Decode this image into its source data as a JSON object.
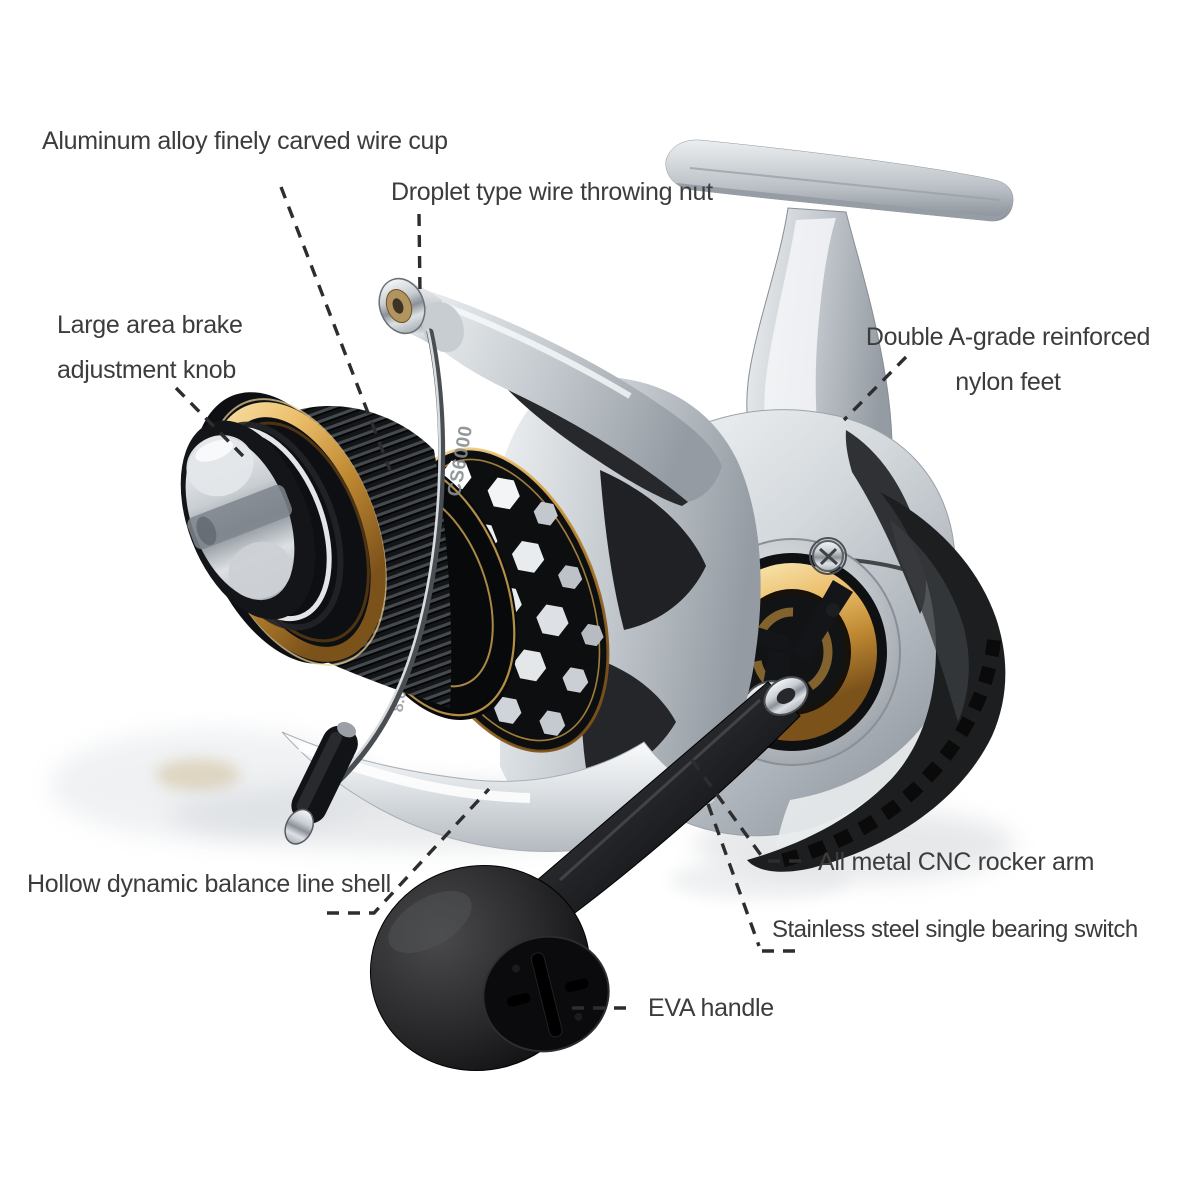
{
  "page": {
    "figure_name": "annotated-spinning-fishing-reel",
    "background": "#ffffff"
  },
  "colors": {
    "label_text": "#3c3c3c",
    "leader": "#2d2d2d",
    "gold_accent": "#c99a43",
    "silver_body": "#c6cbd0",
    "black_parts": "#1d1e20"
  },
  "annotations": {
    "wire_cup": {
      "label": "Aluminum alloy finely carved wire cup"
    },
    "throwing_nut": {
      "label": "Droplet type wire throwing nut"
    },
    "brake_knob": {
      "line1": "Large area brake",
      "line2": "adjustment knob"
    },
    "nylon_feet": {
      "line1": "Double A-grade reinforced",
      "line2": "nylon feet"
    },
    "line_shell": {
      "label": "Hollow dynamic balance line shell"
    },
    "rocker_arm": {
      "label": "All metal CNC rocker arm"
    },
    "bearing_switch": {
      "label": "Stainless steel single bearing switch"
    },
    "eva_handle": {
      "label": "EVA handle"
    }
  },
  "spool_markings": {
    "model": "CS6000",
    "spec": "8.0-250"
  }
}
